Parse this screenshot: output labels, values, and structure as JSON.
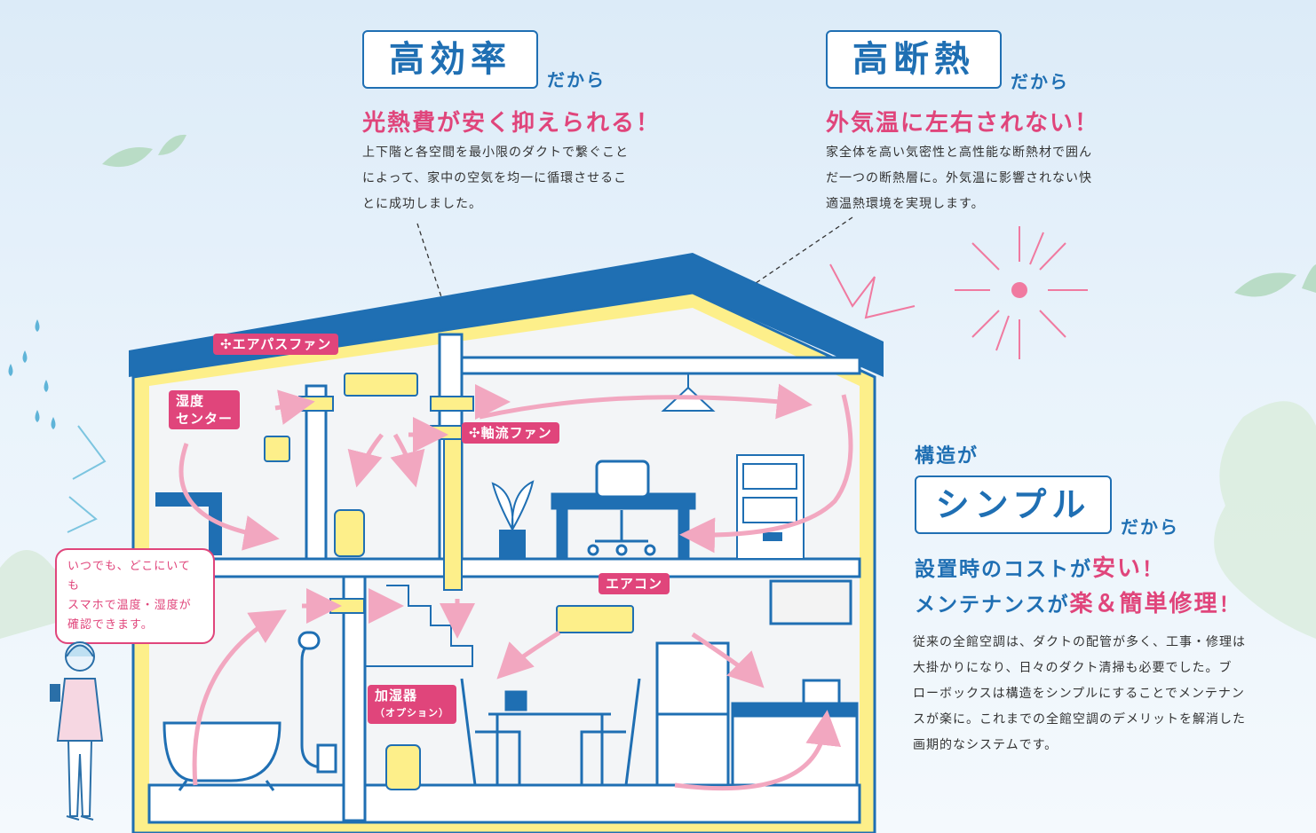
{
  "colors": {
    "blue": "#1f6fb3",
    "pink": "#e0457b",
    "yellow": "#fdef8a",
    "duct": "#fbe98a"
  },
  "left_block": {
    "title": "高効率",
    "dakara": "だから",
    "headline": "光熱費が安く抑えられる！",
    "body": [
      "上下階と各空間を最小限のダクトで繋ぐこと",
      "によって、家中の空気を均一に循環させるこ",
      "とに成功しました。"
    ]
  },
  "right_block": {
    "title": "高断熱",
    "dakara": "だから",
    "headline": "外気温に左右されない！",
    "body": [
      "家全体を高い気密性と高性能な断熱材で囲ん",
      "だ一つの断熱層に。外気温に影響されない快",
      "適温熱環境を実現します。"
    ]
  },
  "structure_block": {
    "pre": "構造が",
    "title": "シンプル",
    "dakara": "だから",
    "headline1_a": "設置時のコストが",
    "headline1_b": "安い",
    "headline1_c": "！",
    "headline2_a": "メンテナンスが",
    "headline2_b": "楽＆簡単修理",
    "headline2_c": "！",
    "body": [
      "従来の全館空調は、ダクトの配管が多く、工事・修理は",
      "大掛かりになり、日々のダクト清掃も必要でした。ブ",
      "ローボックスは構造をシンプルにすることでメンテナン",
      "スが楽に。これまでの全館空調のデメリットを解消した",
      "画期的なシステムです。"
    ]
  },
  "labels": {
    "air_pass_fan": "エアパスファン",
    "humidity_sensor_1": "湿度",
    "humidity_sensor_2": "センター",
    "axial_fan": "軸流ファン",
    "aircon": "エアコン",
    "humidifier_1": "加湿器",
    "humidifier_2": "（オプション）"
  },
  "speech": [
    "いつでも、どこにいても",
    "スマホで温度・湿度が",
    "確認できます。"
  ],
  "icons": [
    "fan-icon",
    "leaf-icon",
    "sun-icon",
    "rain-drop-icon",
    "woman-illustration"
  ]
}
